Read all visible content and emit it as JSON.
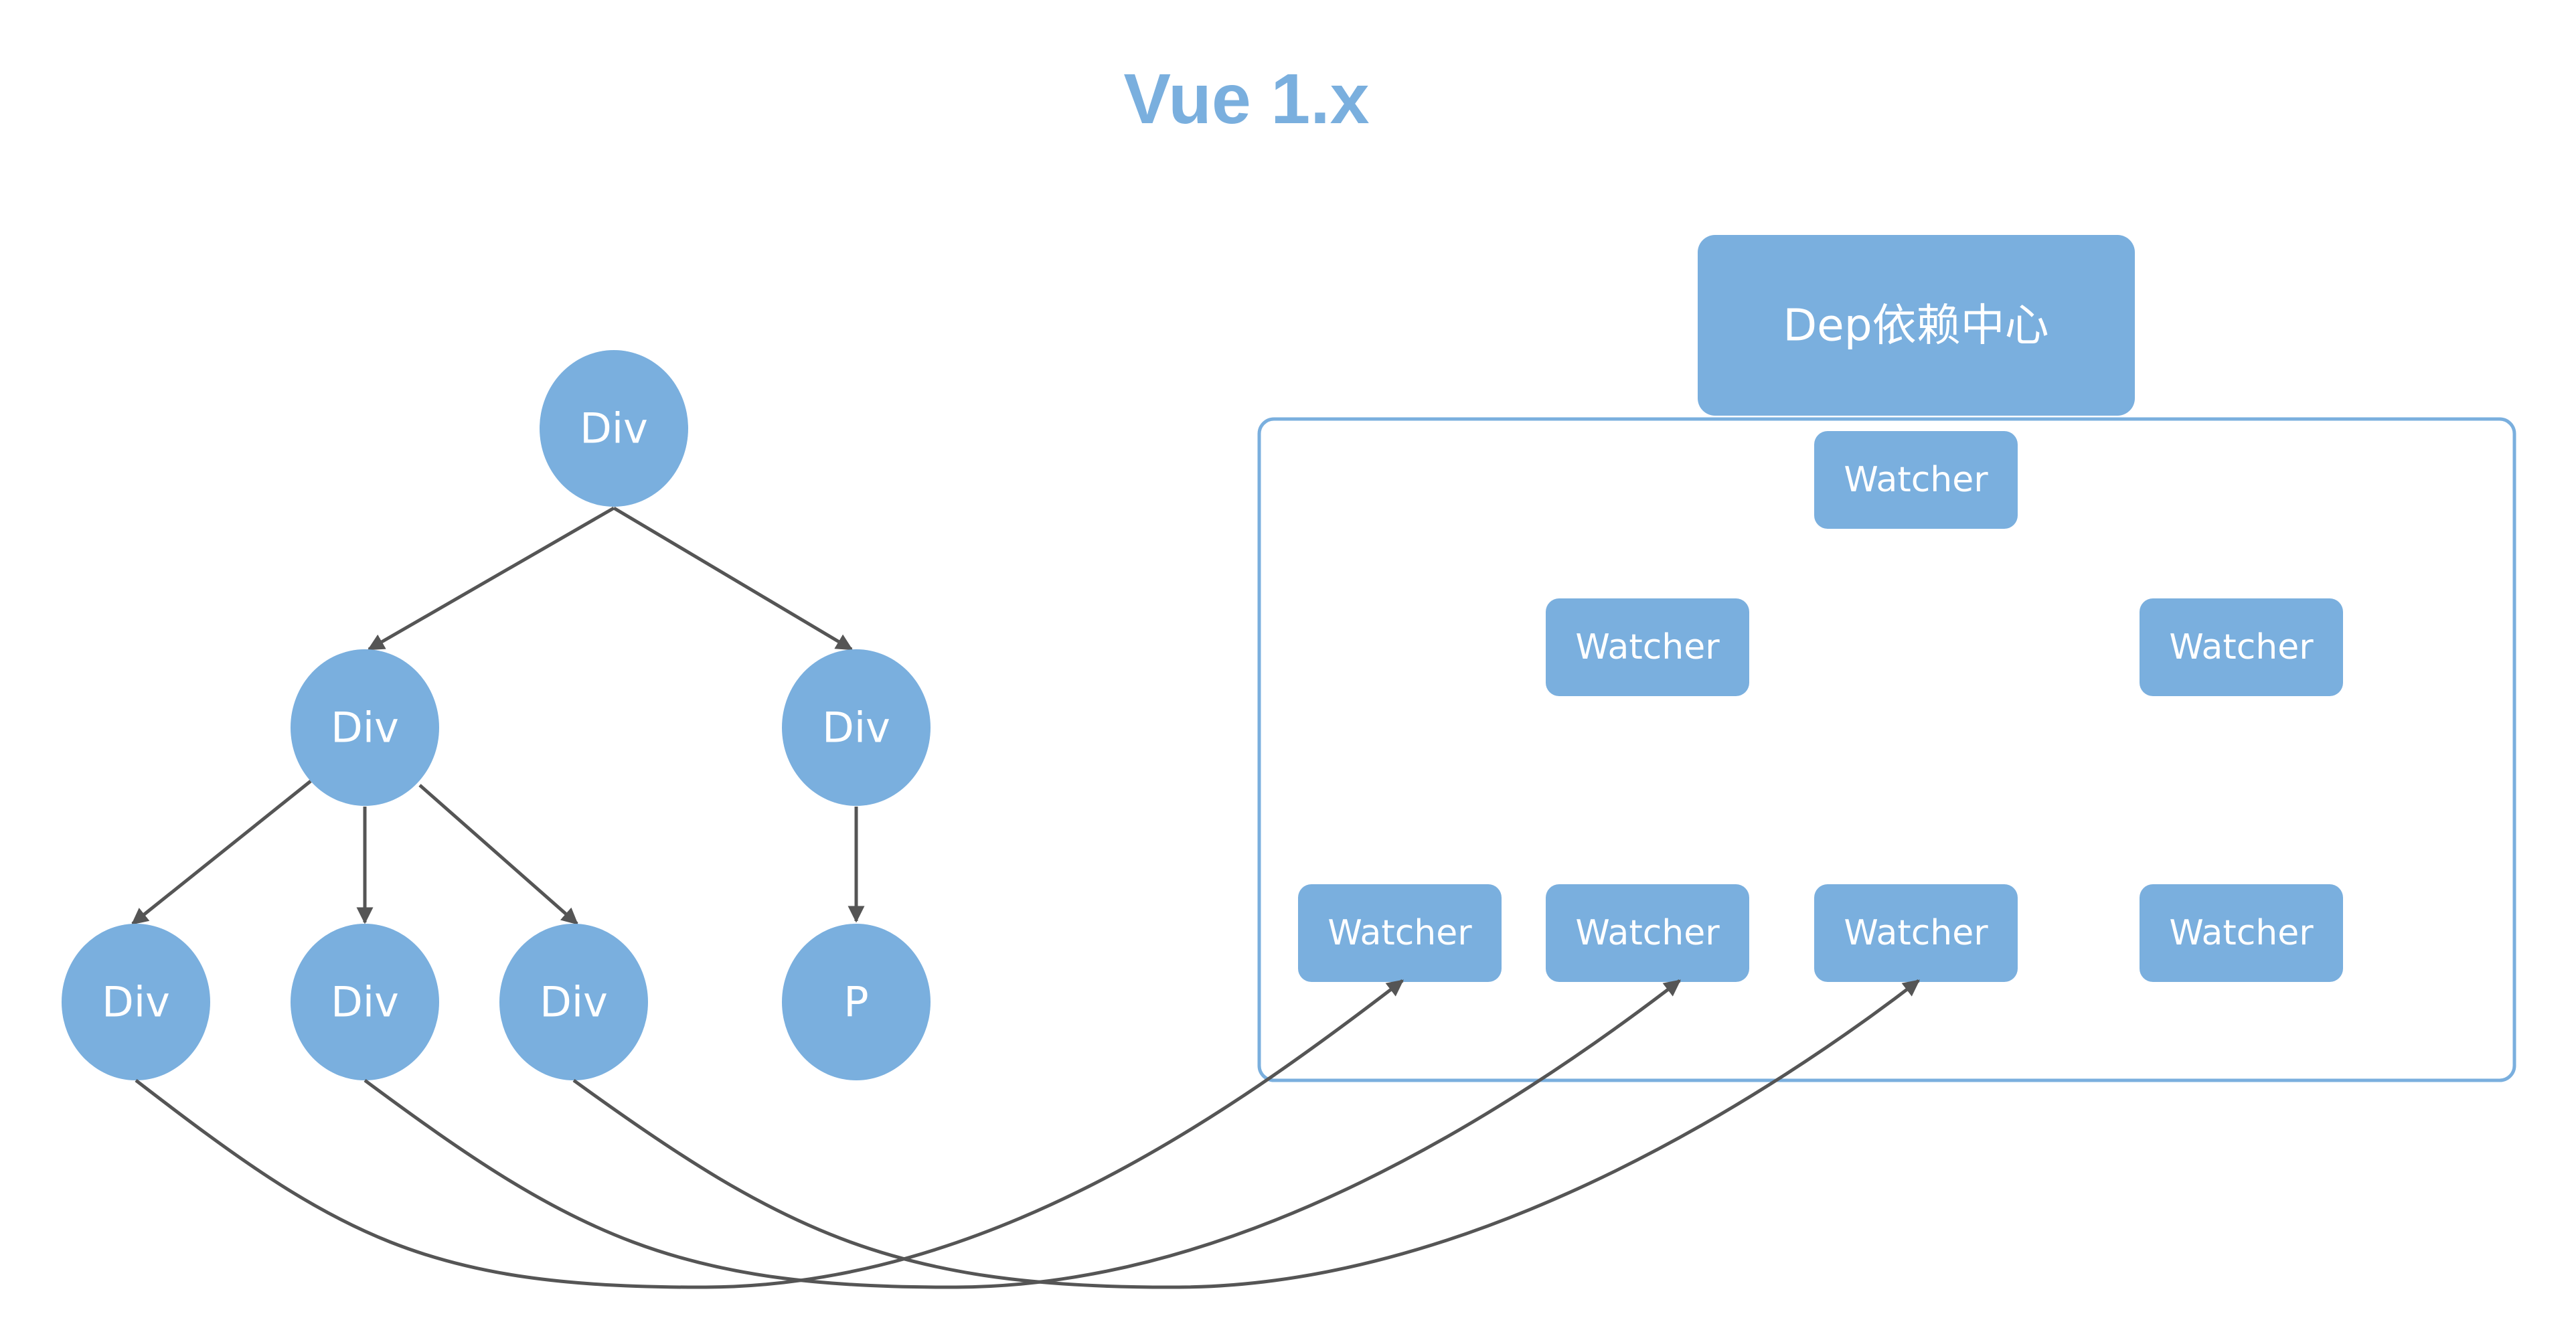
{
  "title": "Vue 1.x",
  "colors": {
    "node_fill": "#7aafde",
    "node_text": "#ffffff",
    "edge": "#555555",
    "title": "#7aafde",
    "container_border": "#7aafde",
    "background": "#ffffff"
  },
  "dep_center": {
    "label": "Dep依赖中心"
  },
  "dom_tree": {
    "nodes": [
      {
        "id": "root",
        "label": "Div",
        "level": 0
      },
      {
        "id": "l1a",
        "label": "Div",
        "level": 1,
        "parent": "root"
      },
      {
        "id": "l1b",
        "label": "Div",
        "level": 1,
        "parent": "root"
      },
      {
        "id": "l2a",
        "label": "Div",
        "level": 2,
        "parent": "l1a"
      },
      {
        "id": "l2b",
        "label": "Div",
        "level": 2,
        "parent": "l1a"
      },
      {
        "id": "l2c",
        "label": "Div",
        "level": 2,
        "parent": "l1a"
      },
      {
        "id": "l2d",
        "label": "P",
        "level": 2,
        "parent": "l1b"
      }
    ]
  },
  "watchers": {
    "container_label": "",
    "items": [
      {
        "id": "w_top",
        "label": "Watcher",
        "row": 0
      },
      {
        "id": "w_mid_left",
        "label": "Watcher",
        "row": 1
      },
      {
        "id": "w_mid_right",
        "label": "Watcher",
        "row": 1
      },
      {
        "id": "w_bot_1",
        "label": "Watcher",
        "row": 2
      },
      {
        "id": "w_bot_2",
        "label": "Watcher",
        "row": 2
      },
      {
        "id": "w_bot_3",
        "label": "Watcher",
        "row": 2
      },
      {
        "id": "w_bot_4",
        "label": "Watcher",
        "row": 2
      }
    ]
  },
  "links": [
    {
      "from": "l2a",
      "to": "w_bot_1"
    },
    {
      "from": "l2b",
      "to": "w_bot_2"
    },
    {
      "from": "l2c",
      "to": "w_bot_3"
    }
  ]
}
